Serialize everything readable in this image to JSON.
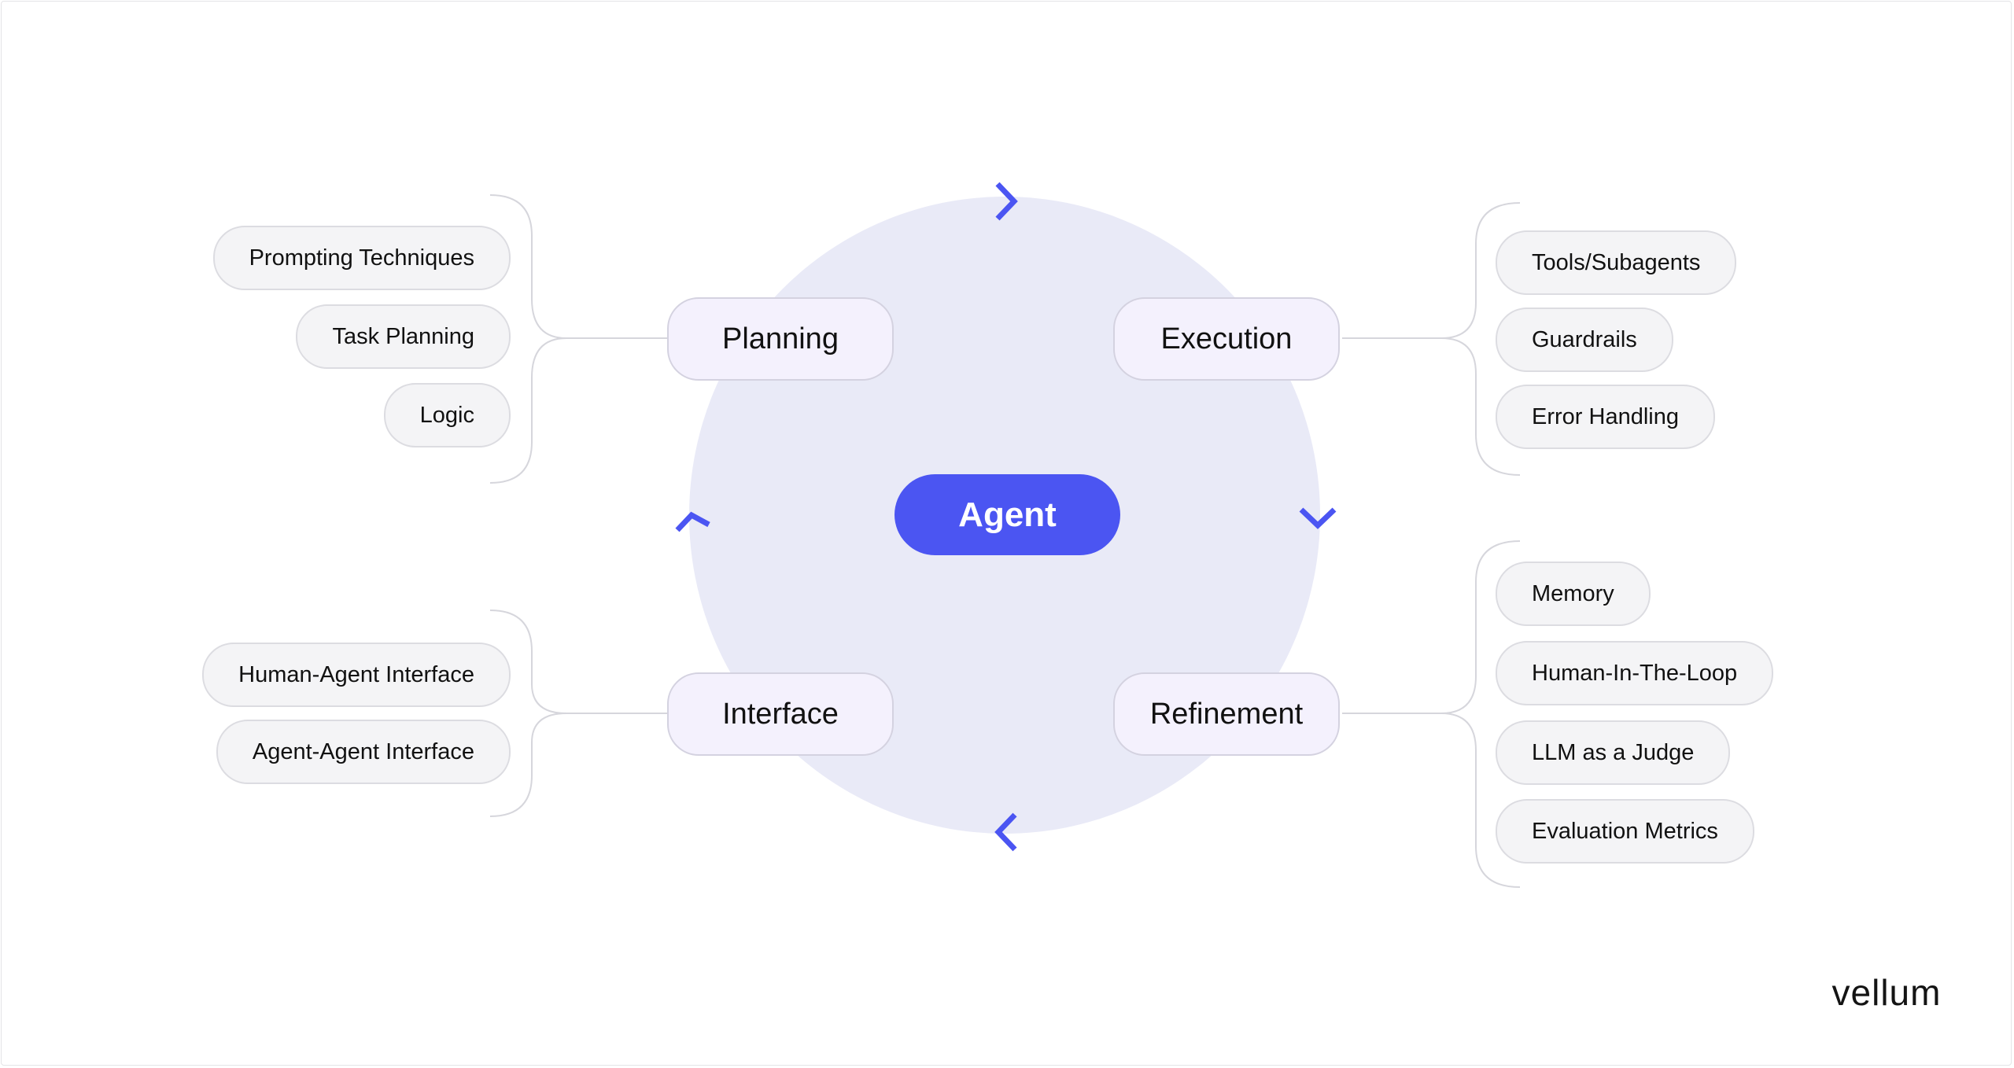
{
  "center": {
    "label": "Agent"
  },
  "nodes": {
    "planning": {
      "label": "Planning",
      "items": [
        "Prompting Techniques",
        "Task Planning",
        "Logic"
      ]
    },
    "execution": {
      "label": "Execution",
      "items": [
        "Tools/Subagents",
        "Guardrails",
        "Error Handling"
      ]
    },
    "interface": {
      "label": "Interface",
      "items": [
        "Human-Agent Interface",
        "Agent-Agent Interface"
      ]
    },
    "refinement": {
      "label": "Refinement",
      "items": [
        "Memory",
        "Human-In-The-Loop",
        "LLM as a Judge",
        "Evaluation Metrics"
      ]
    }
  },
  "brand": {
    "name": "vellum"
  },
  "colors": {
    "accent": "#4b55f2",
    "circle": "#e9eaf7",
    "node_fill": "#f4f1fd",
    "item_fill": "#f4f4f6",
    "connector": "#d6d6dc"
  },
  "icons": {
    "cycle_arrows": [
      "chevron-right-icon",
      "chevron-down-icon",
      "chevron-left-icon",
      "chevron-up-icon"
    ]
  }
}
